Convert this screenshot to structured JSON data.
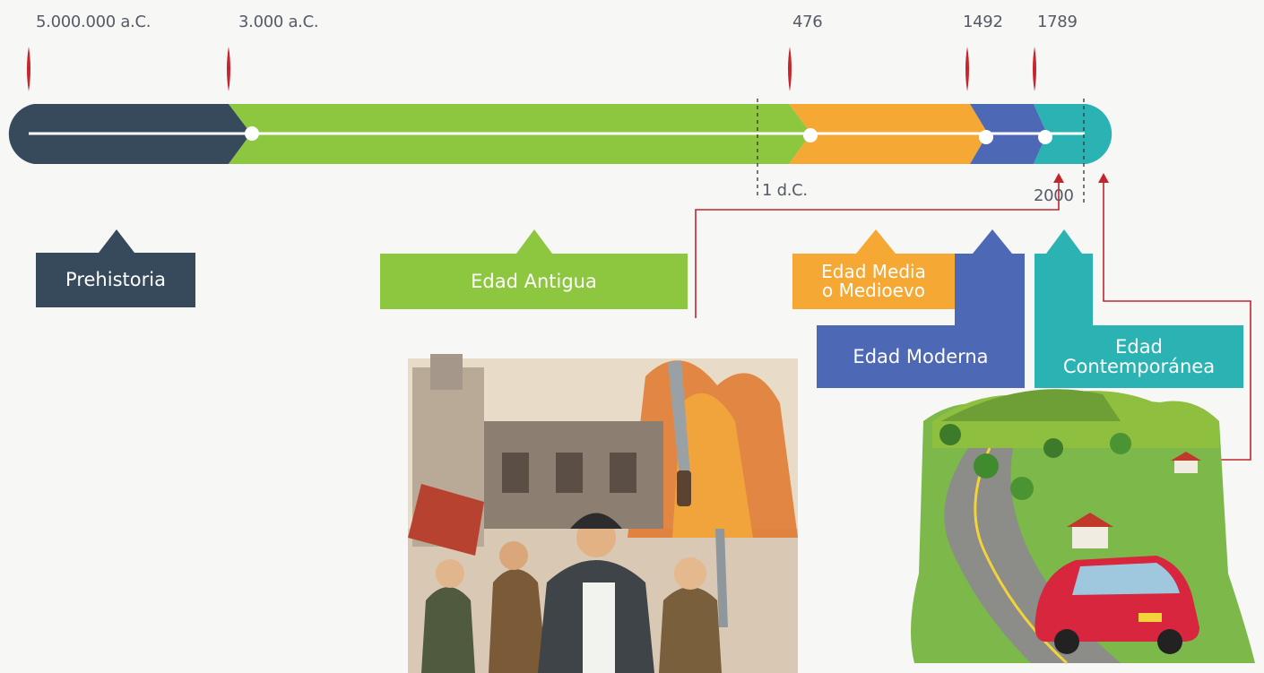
{
  "timeline": {
    "dates": {
      "d1": "5.000.000 a.C.",
      "d2": "3.000 a.C.",
      "d3": "476",
      "d4": "1492",
      "d5": "1789",
      "d6": "1 d.C.",
      "d7": "2000"
    },
    "periods": {
      "prehistoria": "Prehistoria",
      "antigua": "Edad Antigua",
      "media_line1": "Edad Media",
      "media_line2": "o Medioevo",
      "moderna": "Edad Moderna",
      "contemporanea_line1": "Edad",
      "contemporanea_line2": "Contemporánea"
    },
    "colors": {
      "prehistoria": "#364a5c",
      "antigua": "#8dc63f",
      "media": "#f6a834",
      "moderna": "#4d68b5",
      "contemporanea": "#2bb3b3",
      "marker": "#c8242b",
      "connector": "#c0272d"
    }
  },
  "images": {
    "left_scene": "illustration-revolution",
    "right_scene": "illustration-countryside-car"
  }
}
